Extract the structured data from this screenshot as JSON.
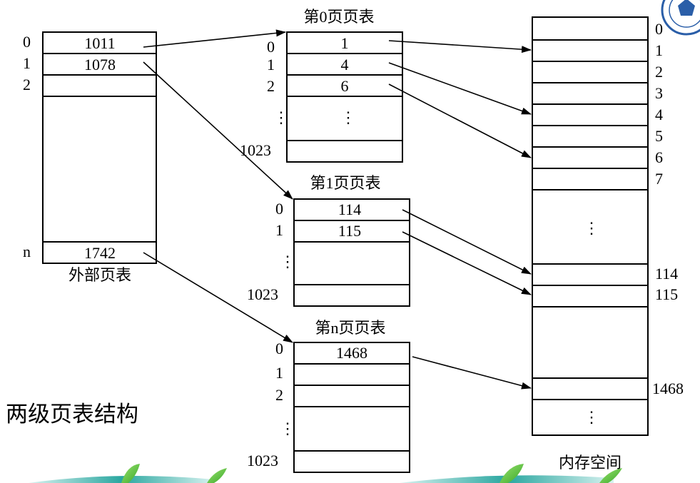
{
  "outer_table": {
    "caption": "外部页表",
    "rows": [
      {
        "index": "0",
        "value": "1011"
      },
      {
        "index": "1",
        "value": "1078"
      },
      {
        "index": "2",
        "value": ""
      },
      {
        "index": "n",
        "value": "1742"
      }
    ]
  },
  "page_table_0": {
    "title": "第0页页表",
    "rows": [
      {
        "index": "0",
        "value": "1"
      },
      {
        "index": "1",
        "value": "4"
      },
      {
        "index": "2",
        "value": "6"
      },
      {
        "index": "⋮",
        "value": "⋮"
      },
      {
        "index": "1023",
        "value": ""
      }
    ]
  },
  "page_table_1": {
    "title": "第1页页表",
    "rows": [
      {
        "index": "0",
        "value": "114"
      },
      {
        "index": "1",
        "value": "115"
      },
      {
        "index": "⋮",
        "value": ""
      },
      {
        "index": "1023",
        "value": ""
      }
    ]
  },
  "page_table_n": {
    "title": "第n页页表",
    "rows": [
      {
        "index": "0",
        "value": "1468"
      },
      {
        "index": "1",
        "value": ""
      },
      {
        "index": "2",
        "value": ""
      },
      {
        "index": "⋮",
        "value": ""
      },
      {
        "index": "1023",
        "value": ""
      }
    ]
  },
  "memory": {
    "caption": "内存空间",
    "frame_labels": [
      "0",
      "1",
      "2",
      "3",
      "4",
      "5",
      "6",
      "7",
      "114",
      "115",
      "1468"
    ],
    "ellipsis": "⋮"
  },
  "structure_caption": "两级页表结构",
  "colors": {
    "stroke": "#000000",
    "background": "#ffffff",
    "leaf_green": "#5cc23a",
    "ribbon_teal": "#2aa7a0",
    "logo_blue": "#2a5ea8"
  }
}
